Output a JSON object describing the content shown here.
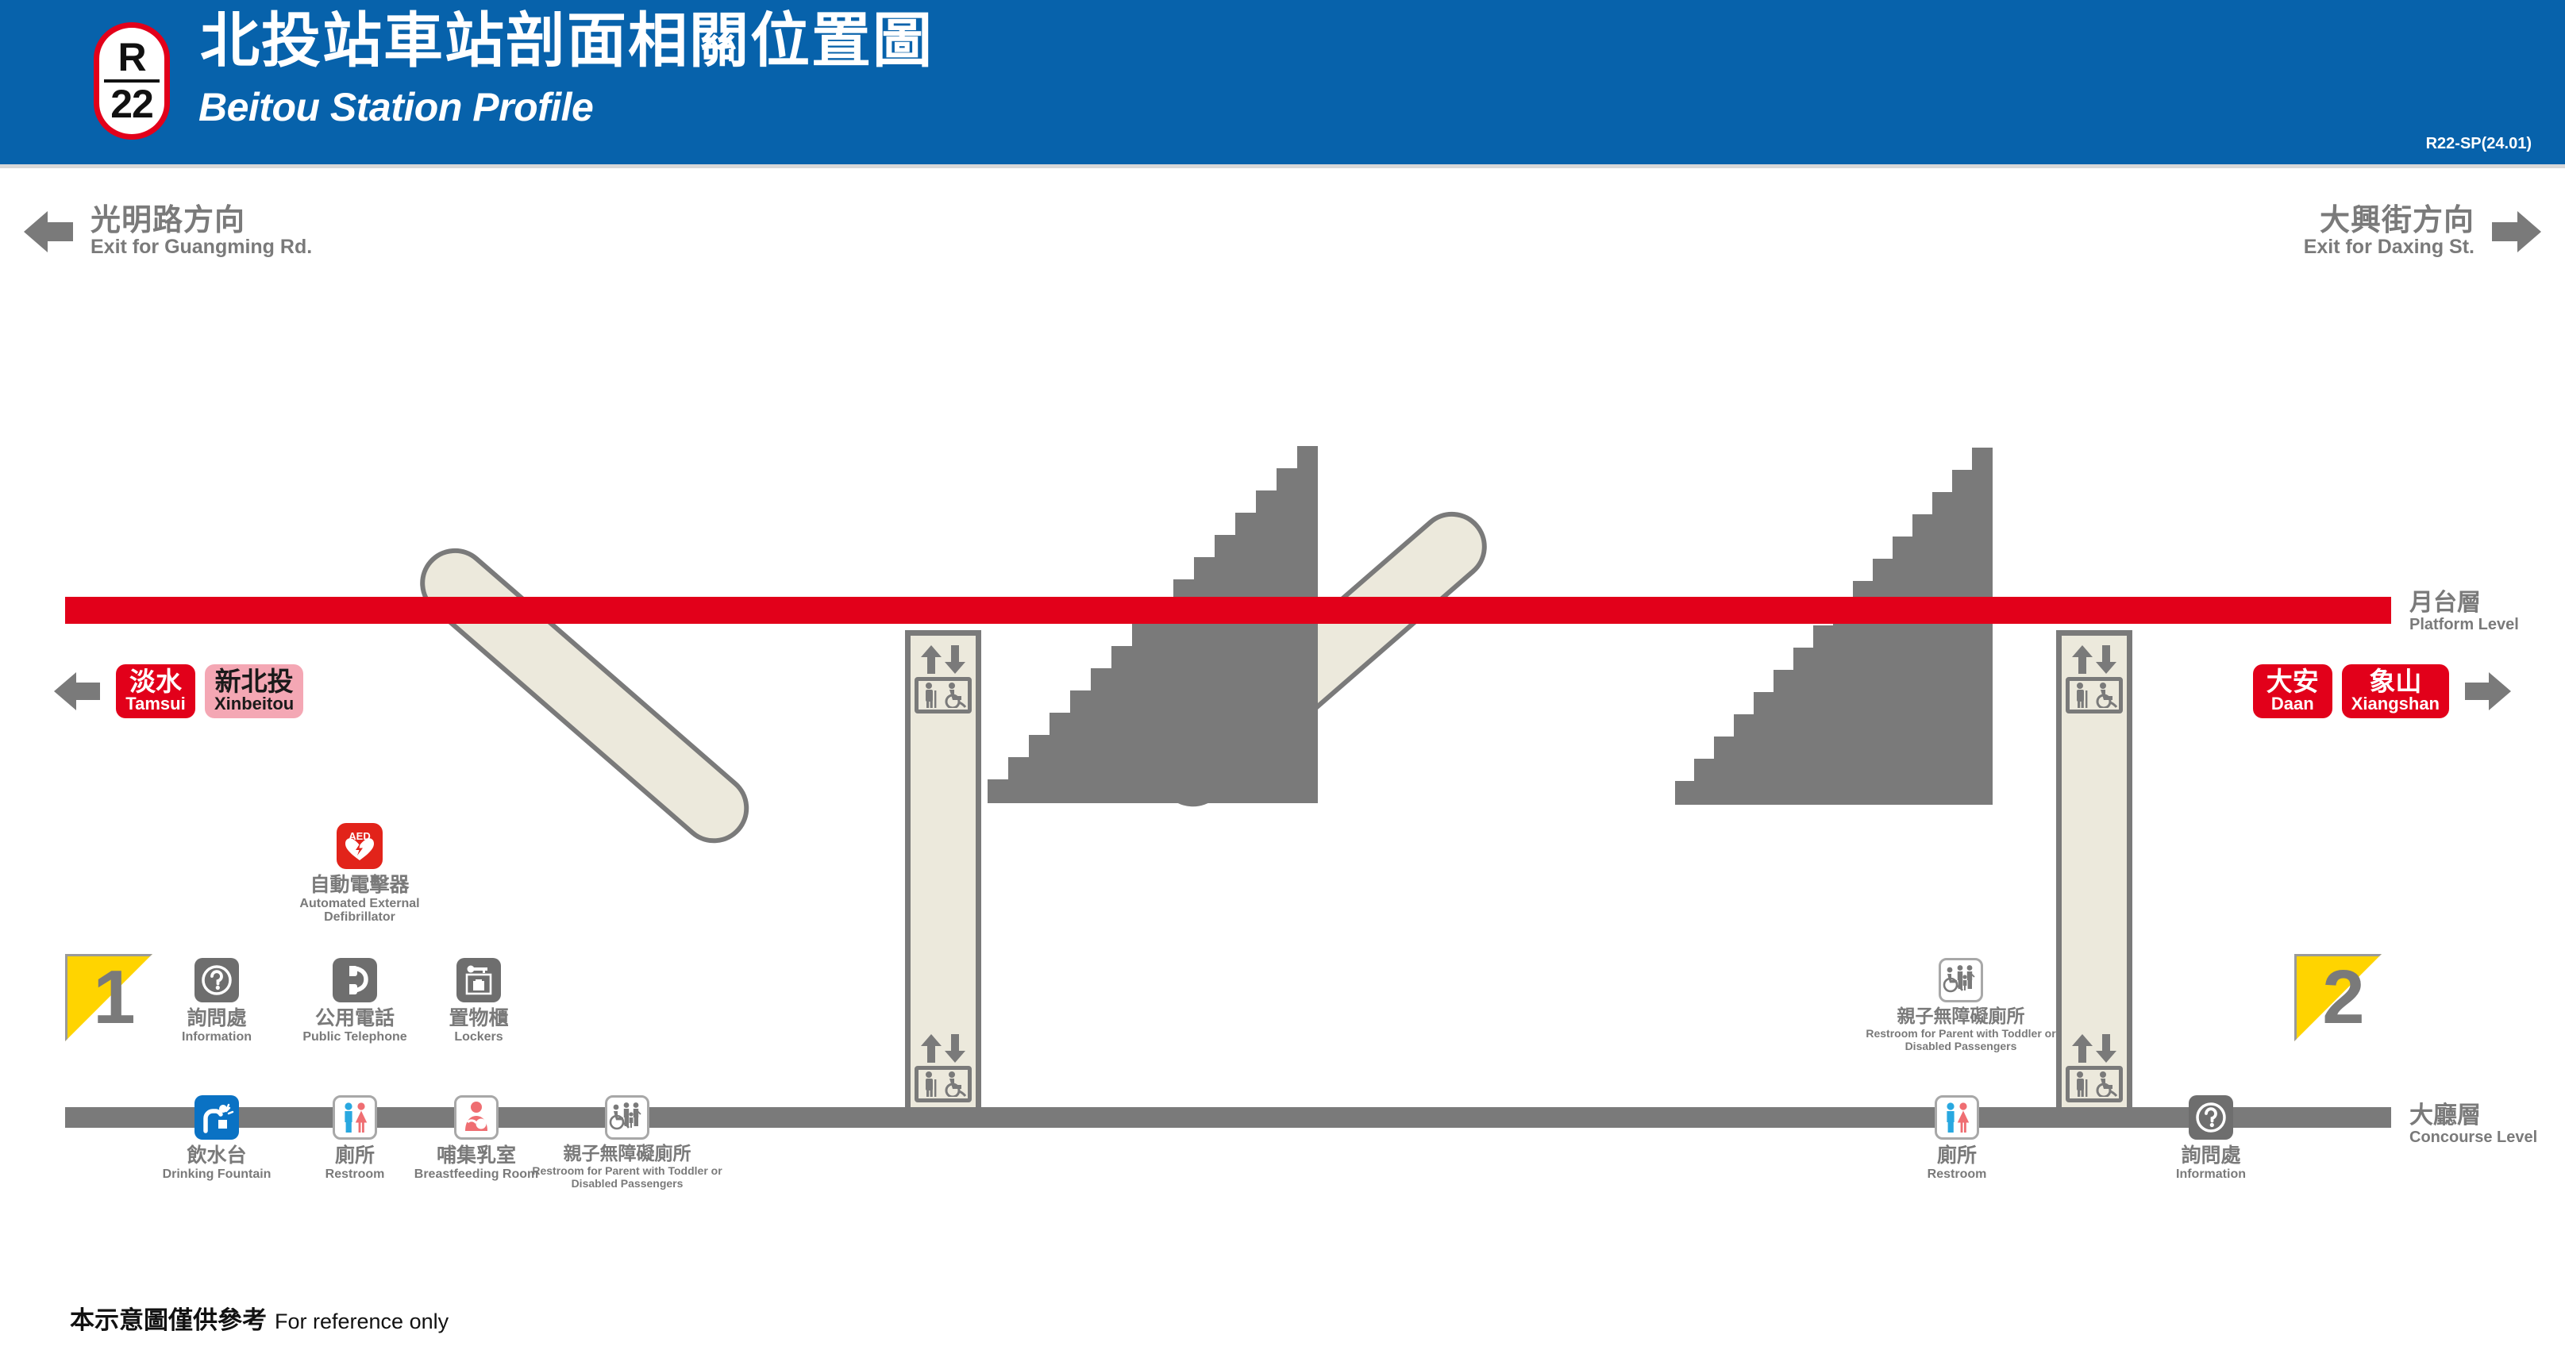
{
  "header": {
    "badge_line1": "R",
    "badge_line2": "22",
    "title_zh": "北投站車站剖面相關位置圖",
    "title_en": "Beitou Station Profile",
    "ref_code": "R22-SP(24.01)",
    "bg_color": "#0762ab",
    "badge_border_color": "#e2001a"
  },
  "exits": {
    "left": {
      "zh": "光明路方向",
      "en": "Exit for Guangming Rd.",
      "arrow": "left-arrow-icon"
    },
    "right": {
      "zh": "大興街方向",
      "en": "Exit for Daxing St.",
      "arrow": "right-arrow-icon"
    }
  },
  "levels": {
    "platform": {
      "zh": "月台層",
      "en": "Platform Level",
      "color": "#e2001a"
    },
    "concourse": {
      "zh": "大廳層",
      "en": "Concourse Level",
      "color": "#7a7a7a"
    }
  },
  "destinations": {
    "left": [
      {
        "zh": "淡水",
        "en": "Tamsui",
        "style": "red"
      },
      {
        "zh": "新北投",
        "en": "Xinbeitou",
        "style": "pink"
      }
    ],
    "right": [
      {
        "zh": "大安",
        "en": "Daan",
        "style": "red"
      },
      {
        "zh": "象山",
        "en": "Xiangshan",
        "style": "red"
      }
    ]
  },
  "exit_markers": [
    {
      "number": "1",
      "color": "#ffd400"
    },
    {
      "number": "2",
      "color": "#ffd400"
    }
  ],
  "facilities": {
    "aed": {
      "icon": "aed-icon",
      "badge_text": "AED",
      "zh": "自動電擊器",
      "en": "Automated External Defibrillator"
    },
    "left_row1": [
      {
        "icon": "information-icon",
        "zh": "詢問處",
        "en": "Information"
      },
      {
        "icon": "public-telephone-icon",
        "zh": "公用電話",
        "en": "Public Telephone"
      },
      {
        "icon": "lockers-icon",
        "zh": "置物櫃",
        "en": "Lockers"
      }
    ],
    "left_row2": [
      {
        "icon": "drinking-fountain-icon",
        "zh": "飲水台",
        "en": "Drinking Fountain"
      },
      {
        "icon": "restroom-icon",
        "zh": "廁所",
        "en": "Restroom"
      },
      {
        "icon": "breastfeeding-room-icon",
        "zh": "哺集乳室",
        "en": "Breastfeeding Room"
      },
      {
        "icon": "accessible-family-restroom-icon",
        "zh": "親子無障礙廁所",
        "en": "Restroom for Parent with Toddler or Disabled Passengers"
      }
    ],
    "right_upper": [
      {
        "icon": "accessible-family-restroom-icon",
        "zh": "親子無障礙廁所",
        "en": "Restroom for Parent with Toddler or Disabled Passengers"
      }
    ],
    "right_lower": [
      {
        "icon": "restroom-icon",
        "zh": "廁所",
        "en": "Restroom"
      },
      {
        "icon": "information-icon",
        "zh": "詢問處",
        "en": "Information"
      }
    ]
  },
  "elevators": [
    {
      "name": "elevator-left",
      "sign": "elevator-accessible-icon",
      "arrows": "up-down-arrows-icon"
    },
    {
      "name": "elevator-right",
      "sign": "elevator-accessible-icon",
      "arrows": "up-down-arrows-icon"
    }
  ],
  "footer": {
    "zh": "本示意圖僅供參考",
    "en": "For reference only"
  },
  "colors": {
    "brand_blue": "#0762ab",
    "line_red": "#e2001a",
    "gray": "#7a7a7a",
    "cream": "#ece9dc",
    "yellow": "#ffd400",
    "pink": "#f4a7b4"
  }
}
